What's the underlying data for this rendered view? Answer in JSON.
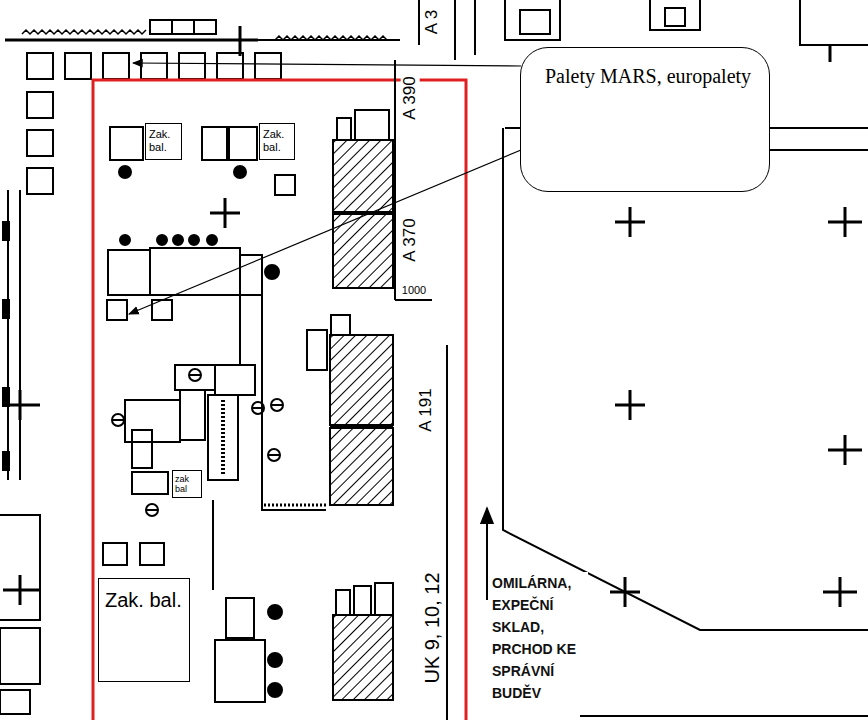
{
  "diagram": {
    "nodes": [
      {
        "text": [
          "Palety MARS, europalety"
        ]
      },
      {
        "text": [
          "Zak. bal."
        ]
      },
      {
        "text": [
          "Zak. bal."
        ]
      },
      {
        "text": [
          "zak bal"
        ]
      },
      {
        "text": [
          "Zak. bal."
        ]
      }
    ],
    "labels": [
      "A 3",
      "A 390",
      "A 370",
      "1000",
      "A 191",
      "UK 9, 10, 12",
      "OMILÁRNA, EXPEČNÍ SKLAD, PRCHOD KE SPRÁVNÍ BUDĚV"
    ]
  }
}
